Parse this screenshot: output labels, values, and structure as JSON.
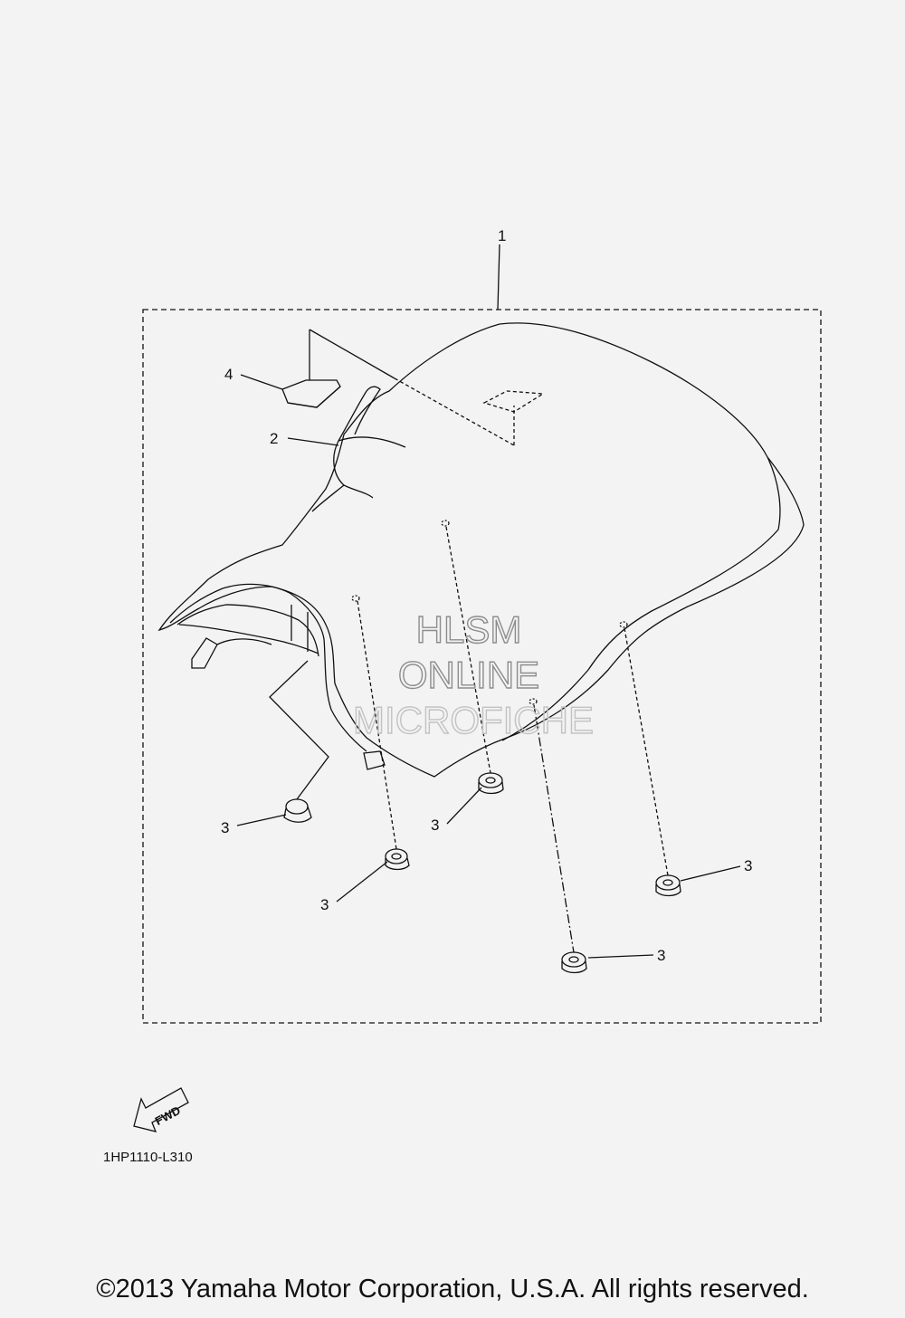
{
  "callouts": {
    "c1": "1",
    "c2": "2",
    "c3a": "3",
    "c3b": "3",
    "c3c": "3",
    "c3d": "3",
    "c3e": "3",
    "c4": "4"
  },
  "watermark": {
    "line1": "HLSM",
    "line2": "ONLINE",
    "line3": "MICROFICHE"
  },
  "fwd_label": "FWD",
  "drawing_code": "1HP1110-L310",
  "copyright": "©2013 Yamaha Motor Corporation, U.S.A. All rights reserved.",
  "colors": {
    "background": "#f3f3f3",
    "line": "#111111"
  }
}
